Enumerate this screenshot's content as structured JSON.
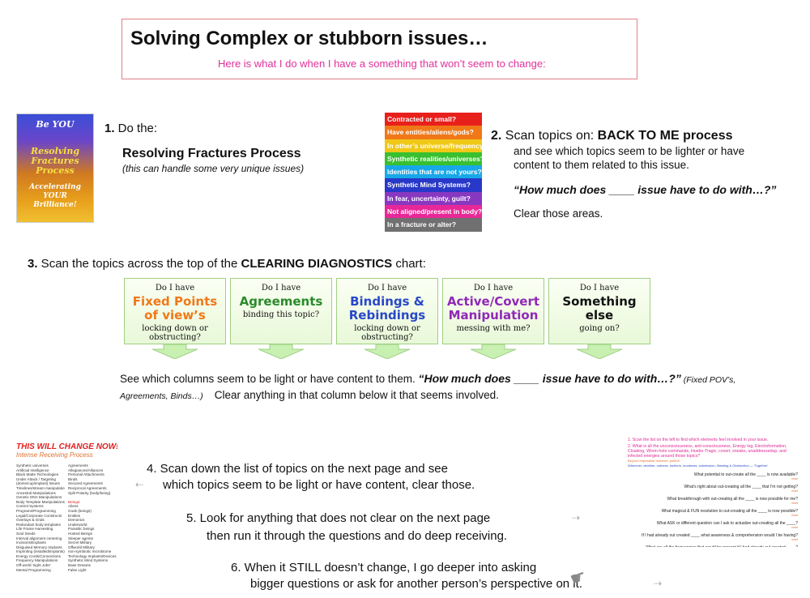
{
  "title": "Solving Complex or stubborn issues…",
  "subtitle": "Here is what I do when I have a something that won’t seem to change:",
  "book": {
    "line1": "Be YOU",
    "line2": "Resolving Fractures Process",
    "line3": "Accelerating YOUR Brilliance!"
  },
  "step1": {
    "num": "1.",
    "text": " Do the:",
    "process": "Resolving Fractures Process",
    "note": "(this can handle some very unique issues)"
  },
  "categories": [
    {
      "label": "Contracted or small?",
      "color": "#e8201c"
    },
    {
      "label": "Have entities/aliens/gods?",
      "color": "#f07818"
    },
    {
      "label": "In other’s universe/frequency?",
      "color": "#f0c818"
    },
    {
      "label": "Synthetic realities/universes?",
      "color": "#38c030"
    },
    {
      "label": "Identities that are not yours?",
      "color": "#18a8e8"
    },
    {
      "label": "Synthetic Mind Systems?",
      "color": "#2838c8"
    },
    {
      "label": "In fear, uncertainty, guilt?",
      "color": "#8838c0"
    },
    {
      "label": "Not aligned/present in body?",
      "color": "#e82898"
    },
    {
      "label": "In a fracture or alter?",
      "color": "#707070"
    }
  ],
  "step2": {
    "num": "2.",
    "text": " Scan topics on: ",
    "process": "BACK TO ME process",
    "line2": "and see which topics seem to be lighter or have",
    "line3": "content to them related to this issue.",
    "question": "“How much does ____ issue have to do with…?”",
    "clear": "Clear those areas."
  },
  "step3": {
    "num": "3.",
    "text": " Scan the topics across the top of the ",
    "chart": "CLEARING DIAGNOSTICS",
    "text2": " chart:"
  },
  "diagnostics": [
    {
      "top": "Do I have",
      "main": "Fixed Points of view’s",
      "bottom": "locking down or obstructing?",
      "color": "#f07818"
    },
    {
      "top": "Do I have",
      "main": "Agreements",
      "bottom": "binding this topic?",
      "color": "#2a8a2a"
    },
    {
      "top": "Do I have",
      "main": "Bindings & Rebindings",
      "bottom": "locking down or obstructing?",
      "color": "#2848c8"
    },
    {
      "top": "Do I have",
      "main": "Active/Covert Manipulation",
      "bottom": "messing with me?",
      "color": "#9028b8"
    },
    {
      "top": "Do I have",
      "main": "Something else",
      "bottom": "going on?",
      "color": "#111111"
    }
  ],
  "step3_after": {
    "text": "See which columns seem to be light or have content to them. ",
    "question": "“How much does ____ issue have to do with…?”",
    "paren": " (Fixed POV’s,",
    "paren2": "Agreements, Binds…)",
    "clear": "Clear anything in that column below it that seems involved."
  },
  "step4": {
    "num": "4.",
    "line1": " Scan down the list of topics on the next page and see",
    "line2": "which topics seem to be light or have content, clear those."
  },
  "step5": {
    "num": "5.",
    "line1": " Look for anything that does not clear on the next page",
    "line2": "then run it through the questions and do deep receiving."
  },
  "step6": {
    "num": "6.",
    "line1": " When it STILL doesn’t change, I go deeper into asking",
    "line2": "bigger questions or ask for another person’s perspective on it."
  },
  "thumb_left": {
    "heading": "THIS WILL CHANGE NOW!",
    "sub": "Intense Receiving Process",
    "col1": [
      "Synthetic universes",
      "Artificial Intelligence",
      "Black Matte Technologies",
      "Under Attack / Targeting",
      "(dome/cup/implant) Issues",
      "Timelines/stream manipulations",
      "Ancestral Manipulations",
      "Genetic DNA Manipulations",
      "Body Template Manipulations",
      "Control Systems",
      "Programs/Programming",
      "Legal/Corporate Constructs",
      "Overlays & Grids",
      "Redundant body templates",
      "Life Frame Harvesting",
      "Soul Seeds",
      "Interval alignment centering",
      "Incisions/Explants",
      "Disguised Memory Implants",
      "Imprinting (installed/implants)",
      "Energy Cords/Connections",
      "Frequency Manipulations",
      "Off-world 'night Jobs'",
      "Mental Programming"
    ],
    "col2": [
      "Agreements",
      "Allegiances/Alliances",
      "Personal Attachments",
      "Binds",
      "Secured Agreements",
      "Reciprocal Agreements",
      "Split Polarity (body/being)",
      "",
      "Beings:",
      "Aliens",
      "Gods (beings)",
      "Entities",
      "Demonics",
      "Underworld",
      "Parasitic beings",
      "Hosted Beings",
      "Sleeper agents",
      "Secret Military",
      "Offworld Military",
      "non-symbiotic microbiome",
      "Technology Implants/Devices",
      "Synthetic Mind Systems",
      "Base Dreams",
      "False Light"
    ]
  },
  "thumb_right": {
    "r1": "1. Scan the list on the left to find which elements feel involved in your issue.",
    "r2": "2. What is all the unconsciousness, anti-consciousness, Energy log, Electroformation, Cloaking, Worm-hole commands, Huebo-Tragic, covert, sneaks, unaddressedup, and infected energies around those topics?",
    "r2b": "Beyond impossible however, puffed!",
    "r2c": "Wherever, whether, outness, ins/form, inoutness, submission, Wanting & Obstruction — 'Together'",
    "questions": [
      "What potential to out-create all the ____ is now available?",
      "What’s right about out-creating all the ____ that I’m not getting?",
      "What breakthrough with out-creating all the ____ is now possible for me?",
      "What magical & FUN resolution to out-creating all the ____ is now possible?",
      "What ASK or different question can I ask to actualize out-creating all the ____?",
      "If I had already out created ____ what awareness & comprehension would I be having?",
      "What are all the frequencies that would be present if I had already out-created ____?"
    ],
    "qsub": "reset"
  }
}
